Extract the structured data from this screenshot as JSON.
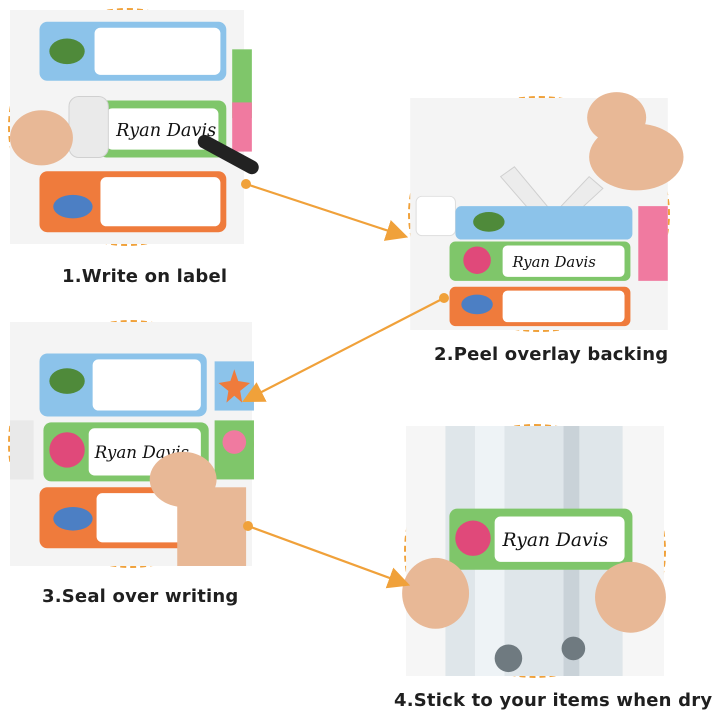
{
  "steps": [
    {
      "caption": "1.Write on label",
      "label_text": "Ryan Davis"
    },
    {
      "caption": "2.Peel overlay backing",
      "label_text": "Ryan Davis"
    },
    {
      "caption": "3.Seal over writing",
      "label_text": "Ryan Davis"
    },
    {
      "caption": "4.Stick to your items when dry",
      "label_text": "Ryan Davis"
    }
  ],
  "colors": {
    "accent": "#f0a13a",
    "caption": "#1f1f1f",
    "label_green": "#7fc66a",
    "label_orange": "#ef7b3c",
    "label_blue": "#8cc3ea"
  }
}
